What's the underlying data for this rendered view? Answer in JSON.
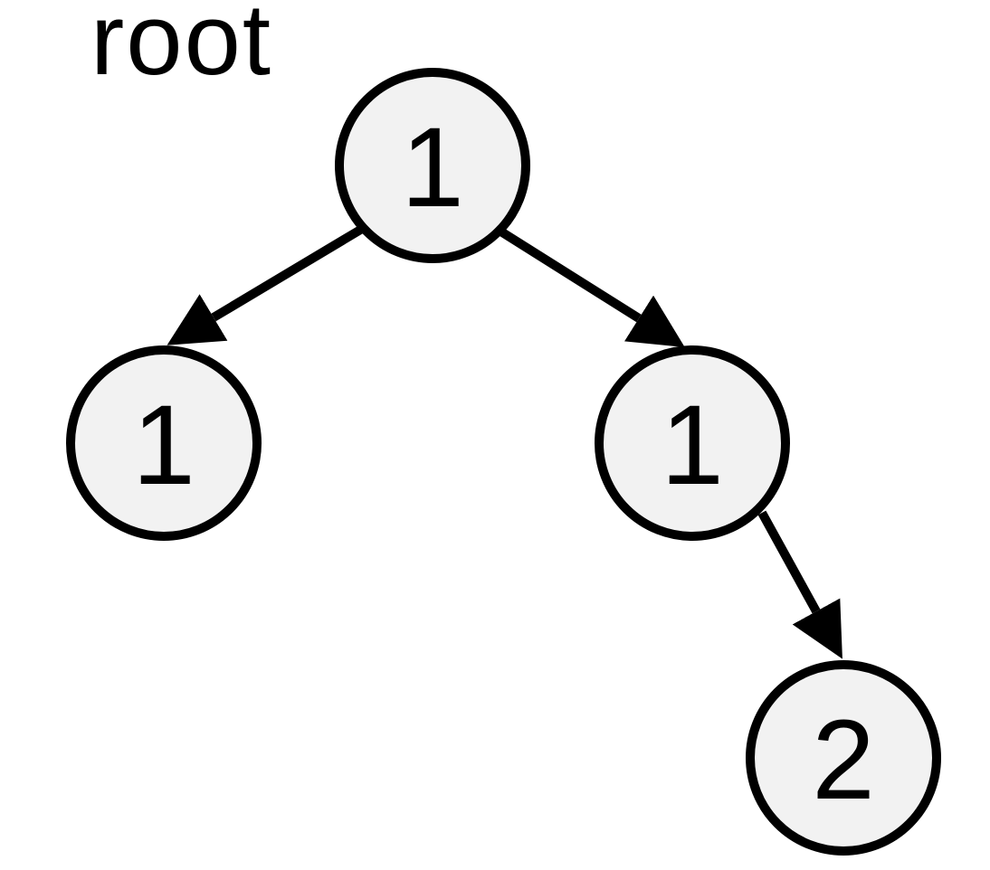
{
  "diagram": {
    "type": "binary-tree",
    "root_label": "root",
    "nodes": [
      {
        "id": "root-node",
        "value": "1"
      },
      {
        "id": "left-child",
        "value": "1"
      },
      {
        "id": "right-child",
        "value": "1"
      },
      {
        "id": "right-grandchild",
        "value": "2"
      }
    ],
    "edges": [
      {
        "from": "root-node",
        "to": "left-child",
        "side": "left"
      },
      {
        "from": "root-node",
        "to": "right-child",
        "side": "right"
      },
      {
        "from": "right-child",
        "to": "right-grandchild",
        "side": "right"
      }
    ],
    "colors": {
      "background": "#ffffff",
      "node_fill": "#f2f2f2",
      "node_stroke": "#000000",
      "edge": "#000000",
      "text": "#000000"
    }
  }
}
